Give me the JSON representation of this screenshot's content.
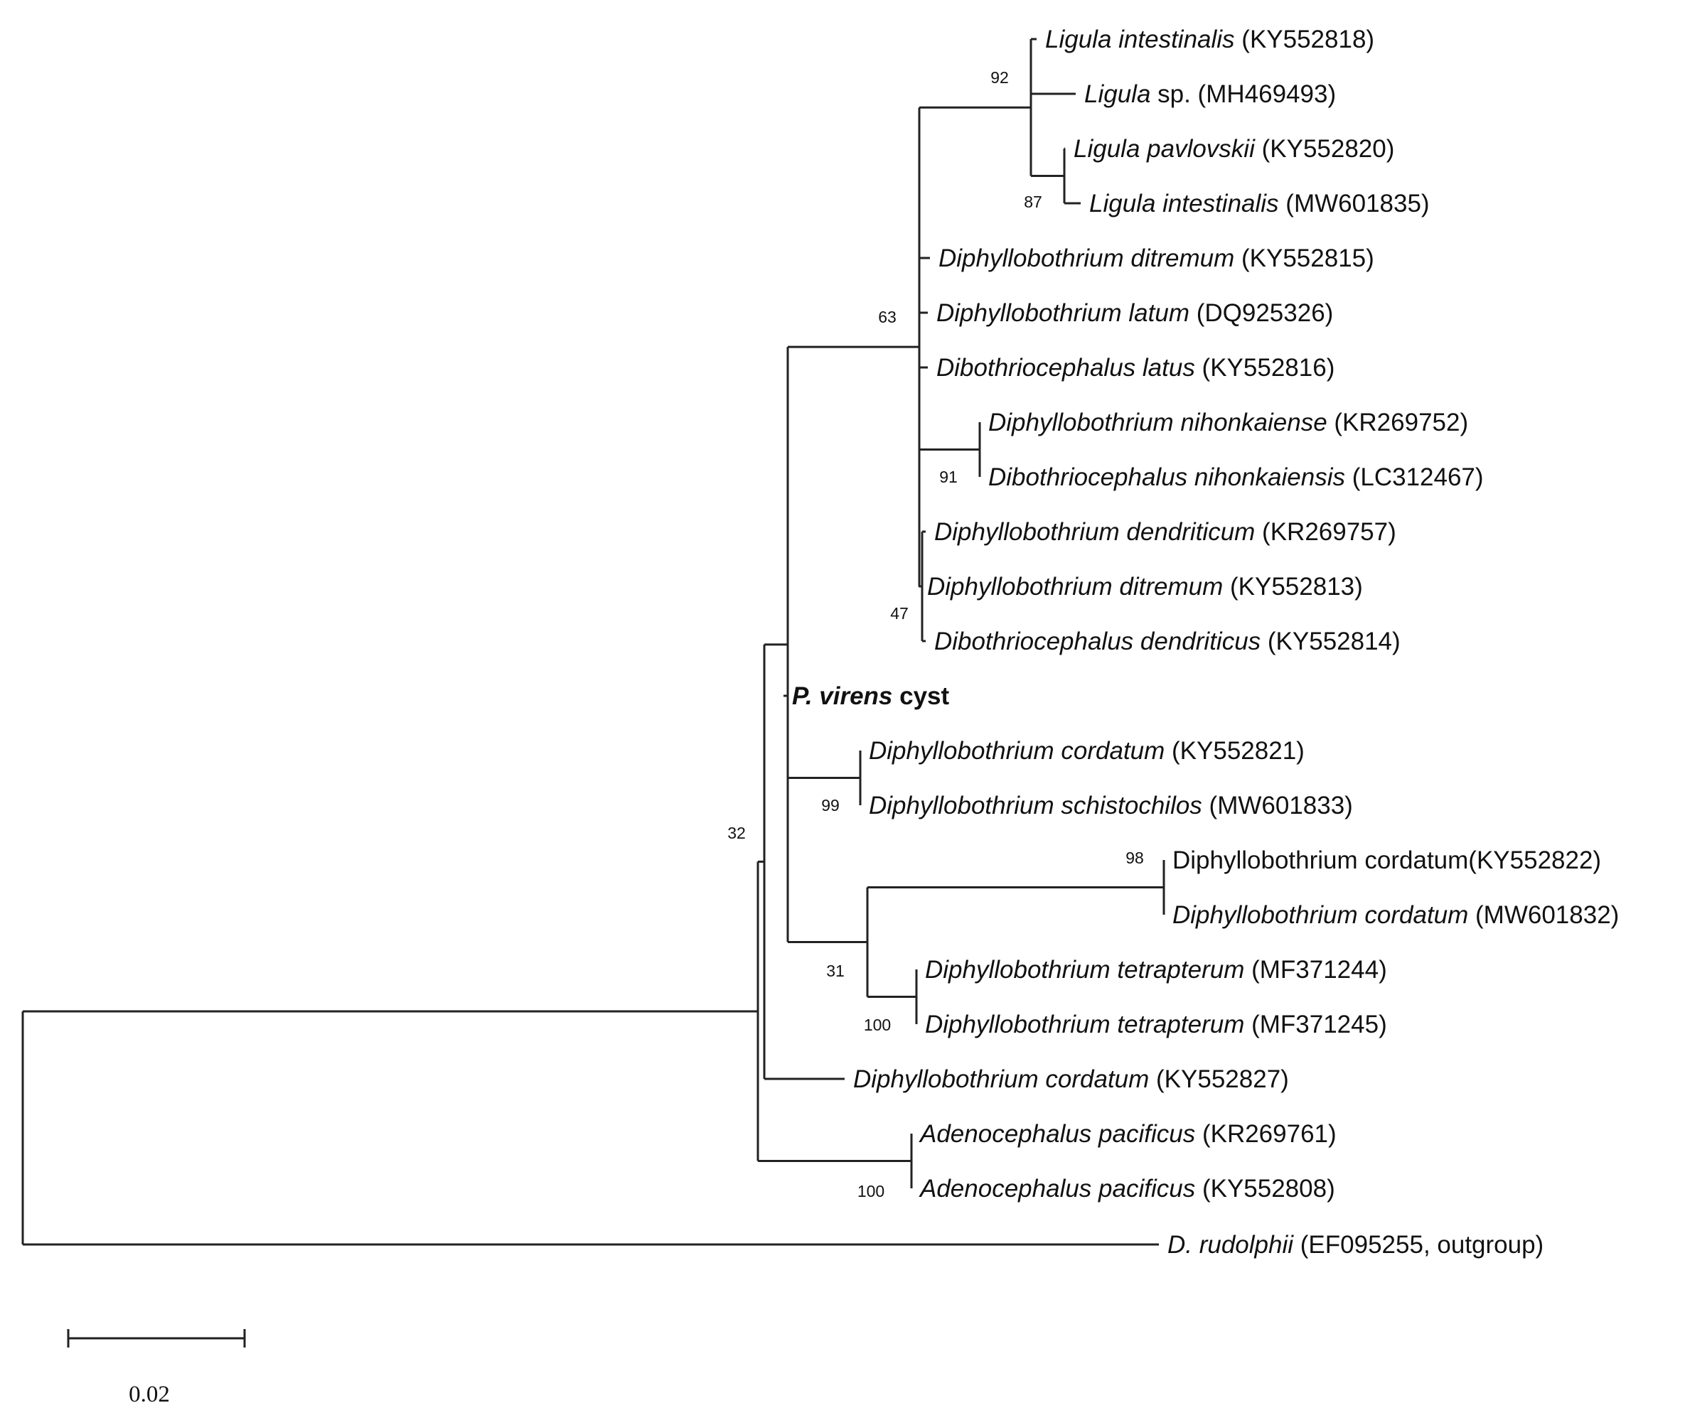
{
  "tree": {
    "colors": {
      "line": "#222222",
      "text": "#111111"
    },
    "scale_bar": {
      "label": "0.02"
    },
    "taxa": [
      {
        "id": "t01",
        "segments": [
          {
            "text": "Ligula intestinalis",
            "italic": true
          },
          {
            "text": " (KY552818)"
          }
        ]
      },
      {
        "id": "t02",
        "segments": [
          {
            "text": "Ligula",
            "italic": true
          },
          {
            "text": " sp. (MH469493)"
          }
        ]
      },
      {
        "id": "t03",
        "segments": [
          {
            "text": "Ligula pavlovskii",
            "italic": true
          },
          {
            "text": " (KY552820)"
          }
        ]
      },
      {
        "id": "t04",
        "segments": [
          {
            "text": "Ligula intestinalis",
            "italic": true
          },
          {
            "text": " (MW601835)"
          }
        ]
      },
      {
        "id": "t05",
        "segments": [
          {
            "text": "Diphyllobothrium ditremum",
            "italic": true
          },
          {
            "text": " (KY552815)"
          }
        ]
      },
      {
        "id": "t06",
        "segments": [
          {
            "text": "Diphyllobothrium latum",
            "italic": true
          },
          {
            "text": " (DQ925326)"
          }
        ]
      },
      {
        "id": "t07",
        "segments": [
          {
            "text": "Dibothriocephalus latus",
            "italic": true
          },
          {
            "text": " (KY552816)"
          }
        ]
      },
      {
        "id": "t08",
        "segments": [
          {
            "text": "Diphyllobothrium nihonkaiense",
            "italic": true
          },
          {
            "text": " (KR269752)"
          }
        ]
      },
      {
        "id": "t09",
        "segments": [
          {
            "text": "Dibothriocephalus nihonkaiensis",
            "italic": true
          },
          {
            "text": " (LC312467)"
          }
        ]
      },
      {
        "id": "t10",
        "segments": [
          {
            "text": "Diphyllobothrium dendriticum",
            "italic": true
          },
          {
            "text": " (KR269757)"
          }
        ]
      },
      {
        "id": "t11",
        "segments": [
          {
            "text": "Diphyllobothrium ditremum",
            "italic": true
          },
          {
            "text": " (KY552813)"
          }
        ]
      },
      {
        "id": "t12",
        "segments": [
          {
            "text": "Dibothriocephalus dendriticus",
            "italic": true
          },
          {
            "text": " (KY552814)"
          }
        ]
      },
      {
        "id": "t13",
        "segments": [
          {
            "text": "P. virens",
            "italic": true,
            "bold": true
          },
          {
            "text": " cyst",
            "bold": true
          }
        ]
      },
      {
        "id": "t14",
        "segments": [
          {
            "text": "Diphyllobothrium cordatum",
            "italic": true
          },
          {
            "text": " (KY552821)"
          }
        ]
      },
      {
        "id": "t15",
        "segments": [
          {
            "text": "Diphyllobothrium schistochilos",
            "italic": true
          },
          {
            "text": " (MW601833)"
          }
        ]
      },
      {
        "id": "t16",
        "segments": [
          {
            "text": "Diphyllobothrium cordatum(KY552822)"
          }
        ]
      },
      {
        "id": "t17",
        "segments": [
          {
            "text": "Diphyllobothrium cordatum",
            "italic": true
          },
          {
            "text": " (MW601832)"
          }
        ]
      },
      {
        "id": "t18",
        "segments": [
          {
            "text": "Diphyllobothrium tetrapterum",
            "italic": true
          },
          {
            "text": " (MF371244)"
          }
        ]
      },
      {
        "id": "t19",
        "segments": [
          {
            "text": "Diphyllobothrium tetrapterum",
            "italic": true
          },
          {
            "text": " (MF371245)"
          }
        ]
      },
      {
        "id": "t20",
        "segments": [
          {
            "text": "Diphyllobothrium cordatum",
            "italic": true
          },
          {
            "text": " (KY552827)"
          }
        ]
      },
      {
        "id": "t21",
        "segments": [
          {
            "text": "Adenocephalus pacificus",
            "italic": true
          },
          {
            "text": " (KR269761)"
          }
        ]
      },
      {
        "id": "t22",
        "segments": [
          {
            "text": "Adenocephalus pacificus",
            "italic": true
          },
          {
            "text": " (KY552808)"
          }
        ]
      },
      {
        "id": "t23",
        "segments": [
          {
            "text": "D. rudolphii",
            "italic": true
          },
          {
            "text": " (EF095255, outgroup)"
          }
        ]
      }
    ],
    "bootstrap": [
      {
        "node": "n_ligula",
        "value": "92"
      },
      {
        "node": "n_ligula_pair",
        "value": "87"
      },
      {
        "node": "n_diphyllo_main",
        "value": "63"
      },
      {
        "node": "n_nihon",
        "value": "91"
      },
      {
        "node": "n_dendr",
        "value": "47"
      },
      {
        "node": "n_cord_schist",
        "value": "99"
      },
      {
        "node": "n_base",
        "value": "32"
      },
      {
        "node": "n_cord_pair",
        "value": "98"
      },
      {
        "node": "n_cord_tetra",
        "value": "31"
      },
      {
        "node": "n_tetra",
        "value": "100"
      },
      {
        "node": "n_adeno",
        "value": "100"
      }
    ]
  }
}
